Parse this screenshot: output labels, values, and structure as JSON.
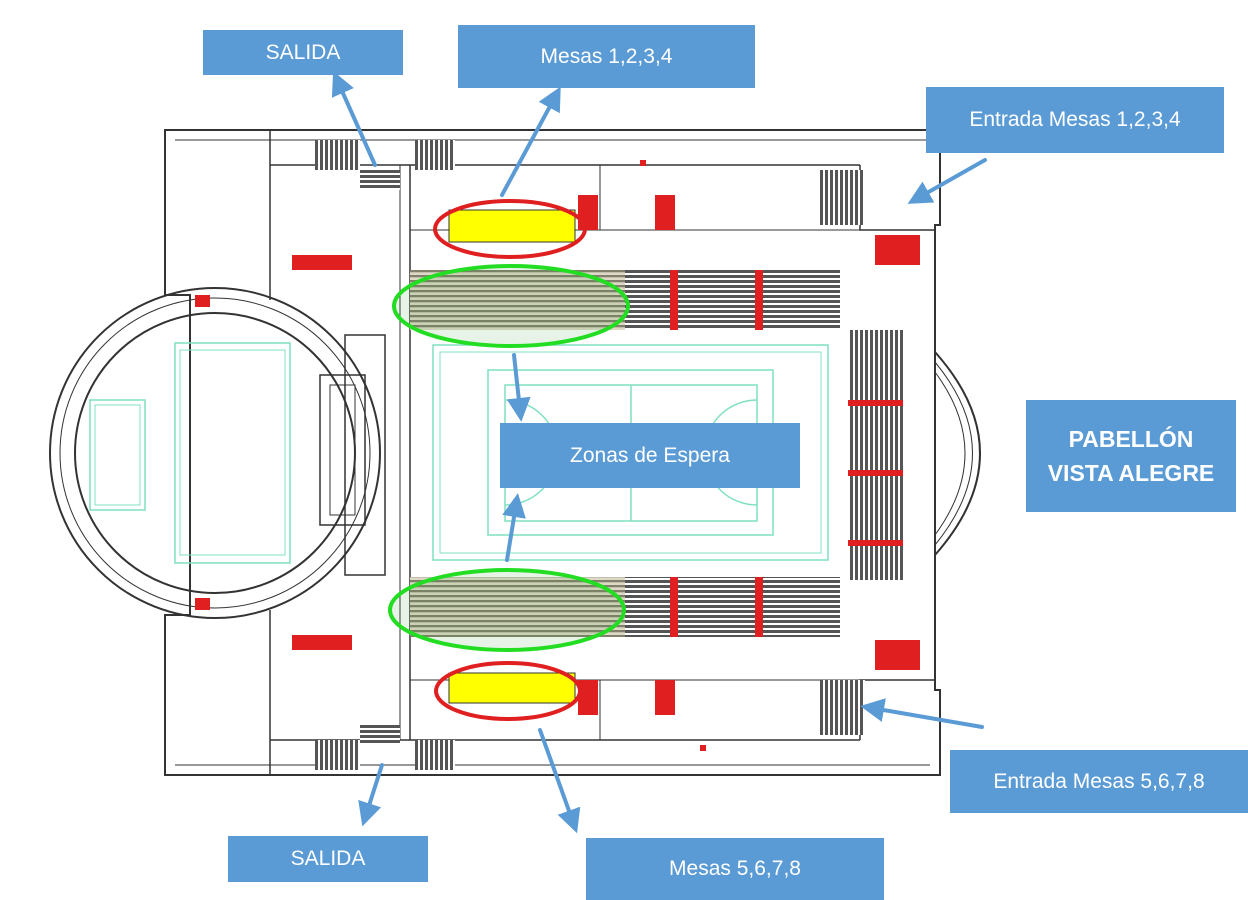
{
  "labels": {
    "salida_top": "SALIDA",
    "mesas_1234": "Mesas 1,2,3,4",
    "entrada_1234": "Entrada Mesas 1,2,3,4",
    "zonas_espera": "Zonas de Espera",
    "pabellon": "PABELLÓN\nVISTA ALEGRE",
    "entrada_5678": "Entrada Mesas 5,6,7,8",
    "salida_bottom": "SALIDA",
    "mesas_5678": "Mesas 5,6,7,8"
  },
  "colors": {
    "callout": "#5b9bd5",
    "arrow": "#5b9bd5",
    "table_area": "#ffff00",
    "table_ring": "#e02020",
    "waiting_ring": "#22dd22",
    "seating": "#444444",
    "court_lines": "#7fe0c0",
    "walls": "#333333",
    "detail_red": "#e02020"
  }
}
